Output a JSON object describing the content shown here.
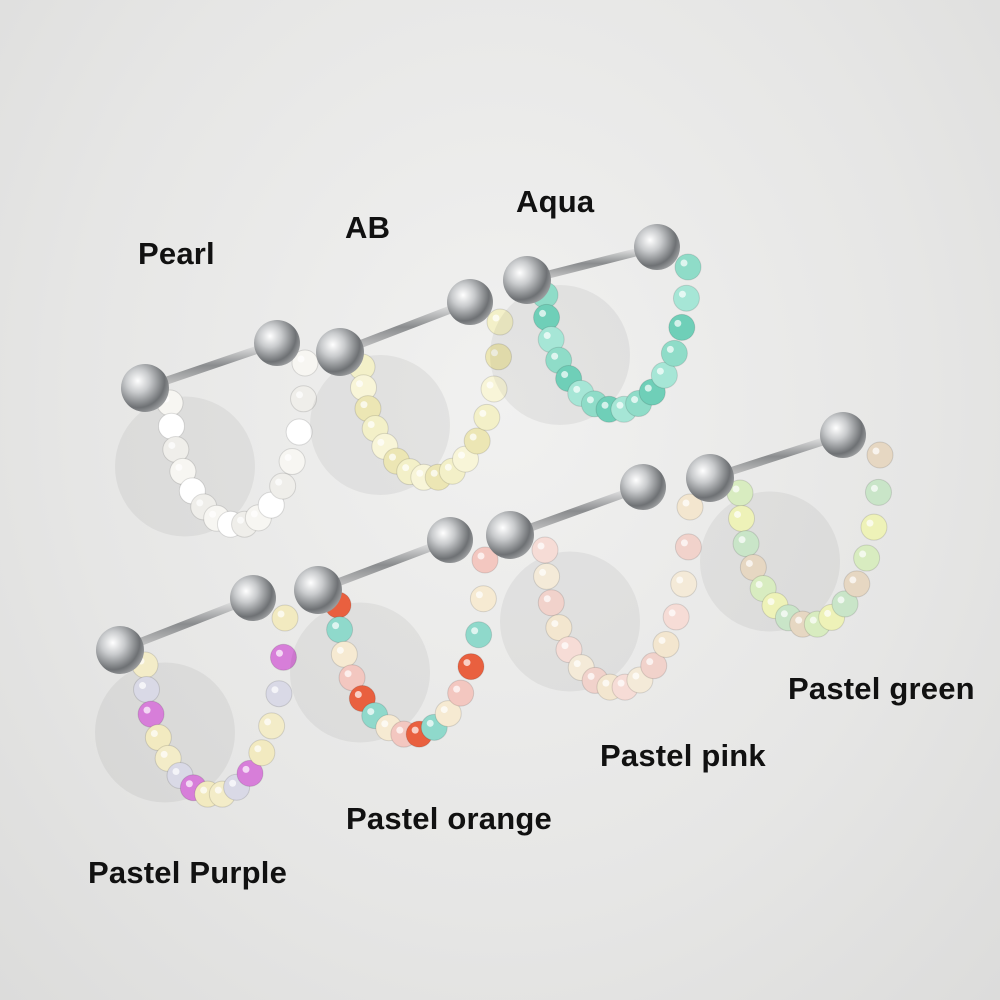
{
  "variants": [
    {
      "label": "Pearl",
      "beads": [
        "#f7f6f2",
        "#ffffff",
        "#efeeea"
      ]
    },
    {
      "label": "AB",
      "beads": [
        "#f3f0c8",
        "#f8f5d8",
        "#ece6b4"
      ]
    },
    {
      "label": "Aqua",
      "beads": [
        "#8fdcc8",
        "#6fcfb8",
        "#a6e6d6"
      ]
    },
    {
      "label": "Pastel Purple",
      "beads": [
        "#f3ecc8",
        "#d9d9e6",
        "#d77ed9",
        "#f2eac0"
      ]
    },
    {
      "label": "Pastel orange",
      "beads": [
        "#e9603f",
        "#8fd9cb",
        "#f6ead2",
        "#f3c7c0"
      ]
    },
    {
      "label": "Pastel pink",
      "beads": [
        "#f6dcd6",
        "#f4ead8",
        "#f1d2cb",
        "#f3e6cf"
      ]
    },
    {
      "label": "Pastel green",
      "beads": [
        "#d8ecc0",
        "#eef2b8",
        "#c9e5c8",
        "#e6d7c2"
      ]
    }
  ]
}
